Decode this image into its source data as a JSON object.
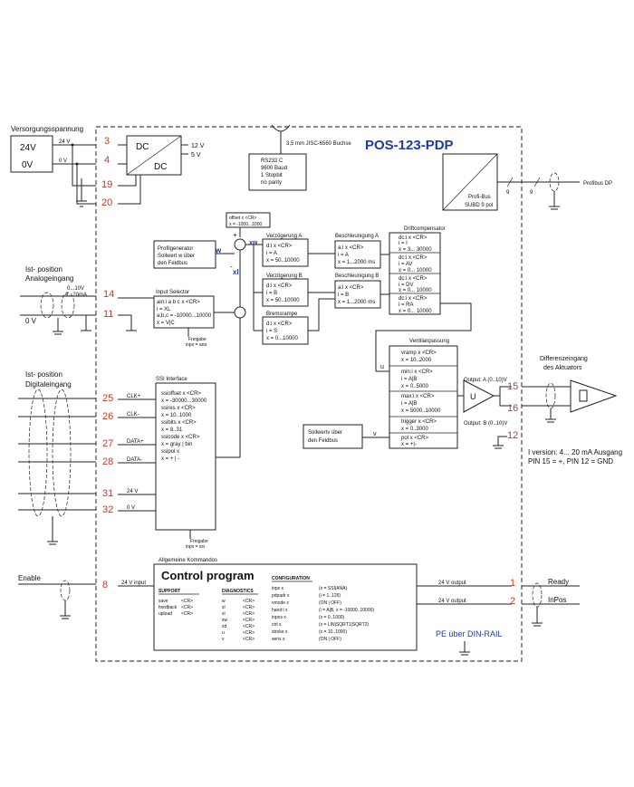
{
  "header": {
    "title": "POS-123-PDP",
    "connector": "3,5 mm JISC-6560 Buchse",
    "rs232": [
      "RS232 C",
      "9600 Baud",
      "1 Stopbit",
      "no parity"
    ]
  },
  "power": {
    "title": "Versorgungsspannung",
    "v24": "24V",
    "v0": "0V",
    "w24": "24 V",
    "w0": "0 V",
    "dc1": "DC",
    "dc2": "DC",
    "o12": "12 V",
    "o5": "5 V"
  },
  "pins": {
    "p3": "3",
    "p4": "4",
    "p19": "19",
    "p20": "20",
    "p14": "14",
    "p11": "11",
    "p25": "25",
    "p26": "26",
    "p27": "27",
    "p28": "28",
    "p31": "31",
    "p32": "32",
    "p8": "8",
    "p1": "1",
    "p2": "2",
    "p15": "15",
    "p16": "16",
    "p12": "12",
    "p9a": "9",
    "p9b": "9"
  },
  "profibus": {
    "box1": "Profi-Bus",
    "box2": "SUBD 9 pol",
    "label": "Profibus DP"
  },
  "analog": {
    "title1": "Ist- position",
    "title2": "Analogeingang",
    "range1": "0...10V",
    "range2": "4...20mA",
    "zero": "0 V"
  },
  "digital": {
    "title1": "Ist- position",
    "title2": "Digitaleingang",
    "clkp": "CLK+",
    "clkm": "CLK-",
    "datap": "DATA+",
    "datam": "DATA-",
    "v24": "24 V",
    "v0": "0 V"
  },
  "input_selector": {
    "title": "Input Selector",
    "lines": [
      "ain:i a b c x <CR>",
      "i = XL",
      "a,b,c = -10000...10000",
      "x = V|C"
    ],
    "release": [
      "Freigabe",
      "inpx = ana"
    ]
  },
  "profilgen": {
    "lines": [
      "Profilgenerator",
      "Sollwert w über",
      "den Feldbus"
    ]
  },
  "offset": {
    "lines": [
      "offset x <CR>",
      "x = -1000...1000"
    ]
  },
  "signals": {
    "w": "w",
    "xw": "xw",
    "xl": "xl",
    "plus": "+",
    "minus": "-",
    "u": "u",
    "v": "v"
  },
  "verz_a": {
    "title": "Verzögerung A",
    "lines": [
      "d:i x <CR>",
      "i = A",
      "x = 50..10000"
    ]
  },
  "verz_b": {
    "title": "Verzögerung B",
    "lines": [
      "d:i x <CR>",
      "i = B",
      "x = 50..10000"
    ]
  },
  "brems": {
    "title": "Bremsrampe",
    "lines": [
      "d:i x <CR>",
      "i = S",
      "x = 0...10000"
    ]
  },
  "besch_a": {
    "title": "Beschleunigung A",
    "lines": [
      "a:i x <CR>",
      "i = A",
      "x = 1...2000 ms"
    ]
  },
  "besch_b": {
    "title": "Beschleunigung B",
    "lines": [
      "a:i x <CR>",
      "i = B",
      "x = 1...2000 ms"
    ]
  },
  "drift": {
    "title": "Driftcompensator",
    "blocks": [
      [
        "dc:i x <CR>",
        "i = I",
        "x = 3... 30000"
      ],
      [
        "dc:i x <CR>",
        "i = AV",
        "x = 0... 10000"
      ],
      [
        "dc:i x <CR>",
        "i = DV",
        "x = 0... 10000"
      ],
      [
        "dc:i x <CR>",
        "i = RA",
        "x = 0... 10000"
      ]
    ]
  },
  "ventil": {
    "title": "Ventilanpassung",
    "blocks": [
      [
        "vramp x <CR>",
        "x = 10..2000"
      ],
      [
        "min:i x <CR>",
        "i = A|B",
        "x = 0..5000"
      ],
      [
        "max:i x <CR>",
        "i = A|B",
        "x = 5000..10000"
      ],
      [
        "trigger x <CR>",
        "x = 0..3000"
      ],
      [
        "pol x <CR>",
        "x = +|-"
      ]
    ]
  },
  "sollwert_v": {
    "lines": [
      "Sollwertv über",
      "den Feldbus"
    ]
  },
  "amp": {
    "symbol": "U",
    "out_a": "Output: A (0..10)V",
    "out_b": "Output: B (0..10)V"
  },
  "aktuator": {
    "title1": "Differenzeingang",
    "title2": "des Aktuators"
  },
  "iversion": {
    "line1": "I version: 4... 20 mA Ausgang",
    "line2": "PIN 15 = +, PIN 12 = GND"
  },
  "ssi": {
    "title": "SSI Interface",
    "lines": [
      "ssioffset x <CR>",
      "x = -30000...30000",
      "ssires x <CR>",
      "x = 10..1000",
      "ssibits x <CR>",
      "x = 8..31",
      "ssicode x <CR>",
      "x = gray | bin",
      "ssipol x",
      "x = + | -"
    ],
    "release": [
      "Freigabe",
      "inpx = ssi"
    ]
  },
  "control": {
    "caption": "Allgemeine Kommandos",
    "title": "Control program",
    "support_h": "SUPPORT",
    "support": [
      [
        "save",
        "<CR>"
      ],
      [
        "foedback",
        "<CR>"
      ],
      [
        "upload",
        "<CR>"
      ]
    ],
    "diag_h": "DIAGNOSTICS",
    "diag": [
      [
        "w",
        "<CR>"
      ],
      [
        "xl",
        "<CR>"
      ],
      [
        "xl",
        "<CR>"
      ],
      [
        "xw",
        "<CR>"
      ],
      [
        "xd",
        "<CR>"
      ],
      [
        "u",
        "<CR>"
      ],
      [
        "v",
        "<CR>"
      ]
    ],
    "config_h": "CONFIGURATION",
    "config": [
      [
        "inpx x",
        "(x = SSI|ANA)"
      ],
      [
        "pdpadr x",
        "(i = 1..126)"
      ],
      [
        "vmode x",
        "(ON | OFF)"
      ],
      [
        "hand:i x",
        "(i = A|B, x = -10000..10000)"
      ],
      [
        "inpos x",
        "(x = 0..1000)"
      ],
      [
        "ctrl x",
        "(x = LIN|SQRT1|SQRT2)"
      ],
      [
        "stroke x",
        "(x = 10..1000)"
      ],
      [
        "sens x",
        "(ON | OFF)"
      ]
    ]
  },
  "enable": {
    "label": "Enable",
    "input": "24 V input"
  },
  "outputs": {
    "o1": "24 V output",
    "o2": "24 V output",
    "ready": "Ready",
    "inpos": "InPos"
  },
  "pe": "PE über DIN-RAIL"
}
